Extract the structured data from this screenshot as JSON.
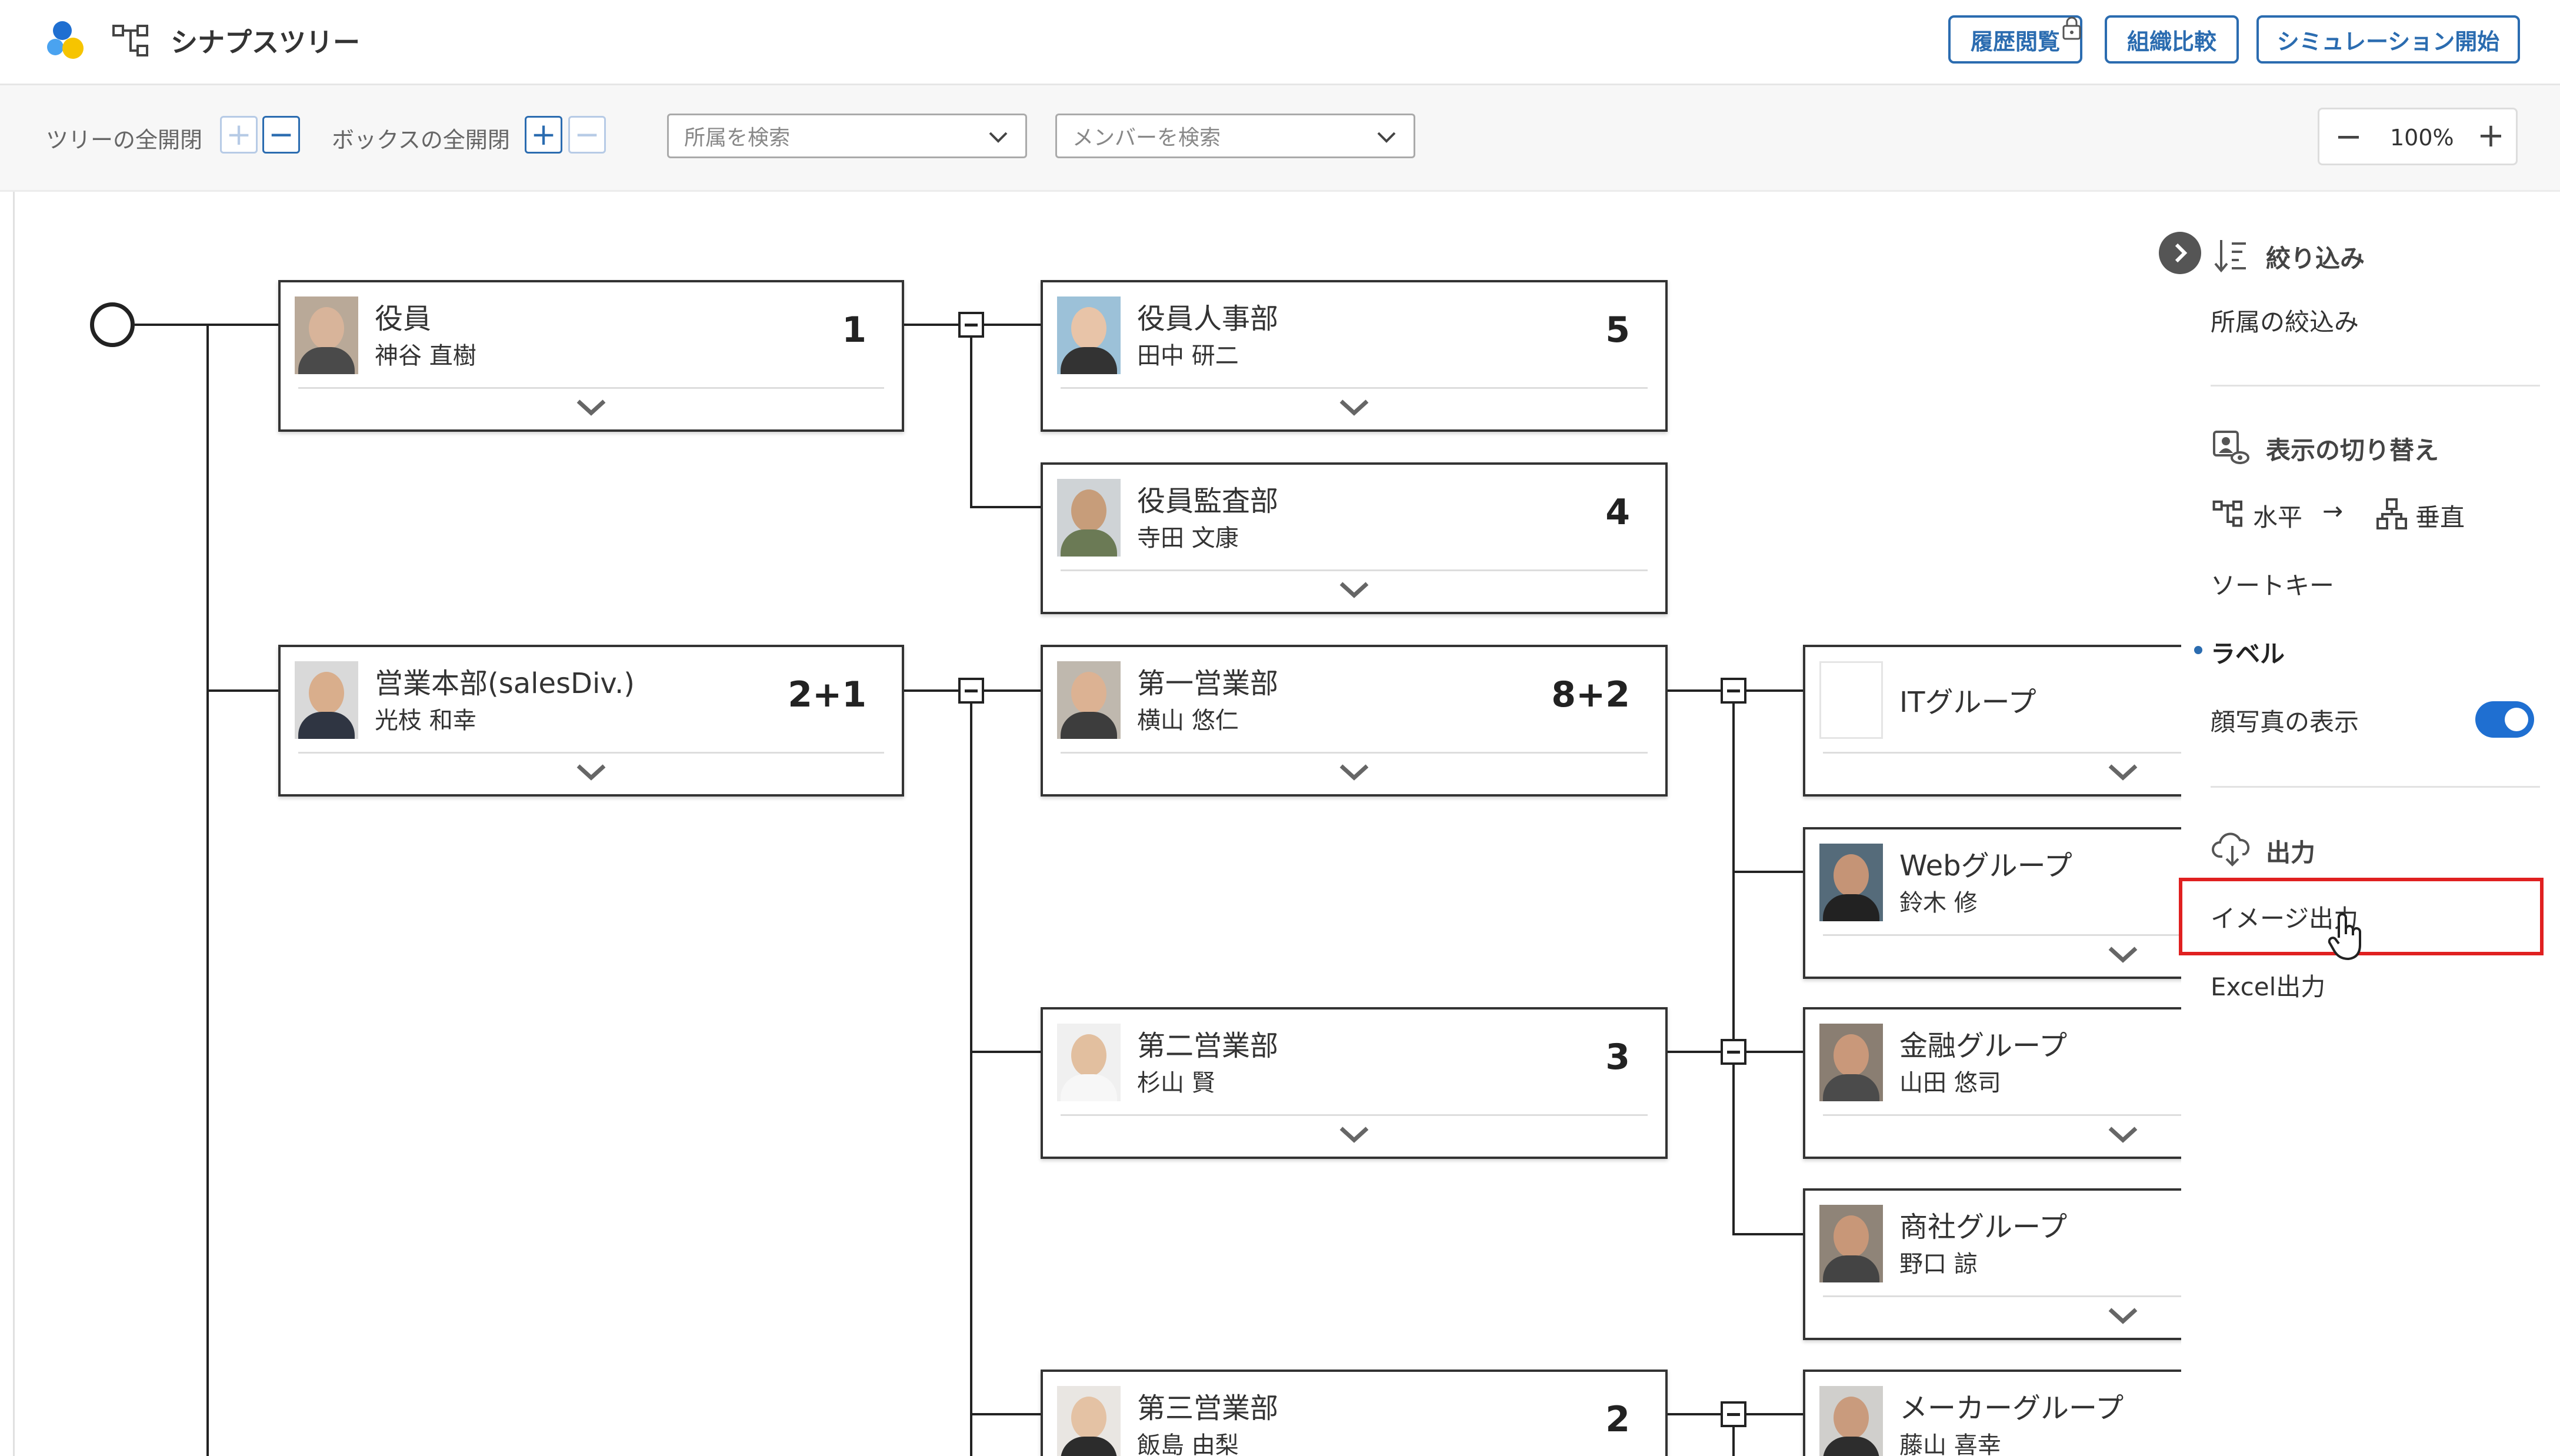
{
  "header": {
    "app_title": "シナプスツリー",
    "buttons": {
      "history": "履歴閲覧",
      "compare": "組織比較",
      "simulation": "シミュレーション開始"
    }
  },
  "toolbar": {
    "tree_expand_label": "ツリーの全開閉",
    "box_expand_label": "ボックスの全開閉",
    "dept_search_placeholder": "所属を検索",
    "member_search_placeholder": "メンバーを検索",
    "zoom": "100%"
  },
  "nodes": {
    "yakuin": {
      "title": "役員",
      "person": "神谷 直樹",
      "count": "1"
    },
    "jinji": {
      "title": "役員人事部",
      "person": "田中 研二",
      "count": "5"
    },
    "kansa": {
      "title": "役員監査部",
      "person": "寺田 文康",
      "count": "4"
    },
    "eigyo": {
      "title": "営業本部(salesDiv.)",
      "person": "光枝 和幸",
      "count": "2+1"
    },
    "dai1": {
      "title": "第一営業部",
      "person": "横山 悠仁",
      "count": "8+2"
    },
    "it": {
      "title": "ITグループ",
      "person": ""
    },
    "web": {
      "title": "Webグループ",
      "person": "鈴木 修"
    },
    "dai2": {
      "title": "第二営業部",
      "person": "杉山 賢",
      "count": "3"
    },
    "kinyu": {
      "title": "金融グループ",
      "person": "山田 悠司"
    },
    "shosha": {
      "title": "商社グループ",
      "person": "野口 諒"
    },
    "dai3": {
      "title": "第三営業部",
      "person": "飯島 由梨",
      "count": "2"
    },
    "maker": {
      "title": "メーカーグループ",
      "person": "藤山 喜幸"
    }
  },
  "panel": {
    "filter_head": "絞り込み",
    "filter_dept": "所属の絞込み",
    "display_head": "表示の切り替え",
    "horizontal": "水平",
    "arrow": "→",
    "vertical": "垂直",
    "sort_key": "ソートキー",
    "label": "ラベル",
    "face_photo": "顔写真の表示",
    "face_photo_on": true,
    "output_head": "出力",
    "image_output": "イメージ出力",
    "excel_output": "Excel出力"
  },
  "colors": {
    "accent": "#2b6cb0",
    "highlight": "#e02020",
    "toggle": "#1f6fd1"
  }
}
